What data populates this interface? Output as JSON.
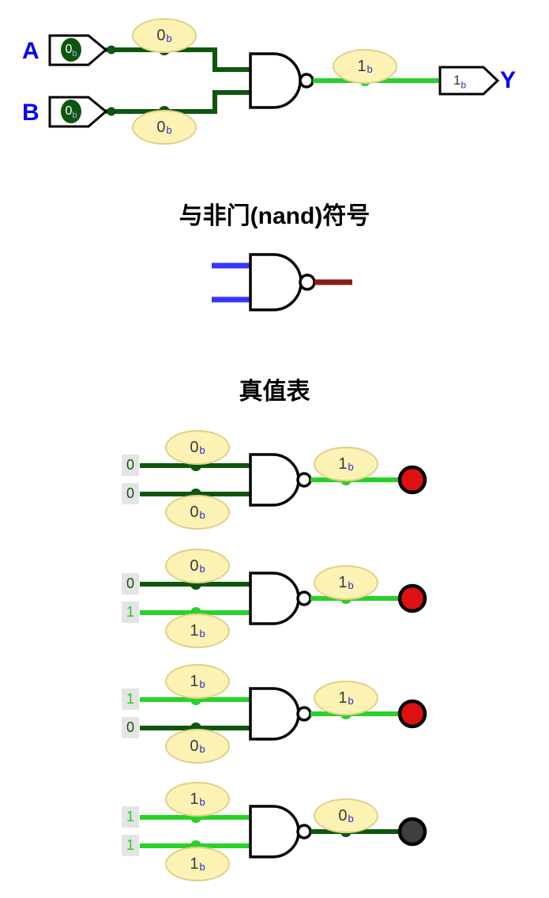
{
  "top_circuit": {
    "input_a": {
      "label": "A",
      "value": "0",
      "suffix": "b"
    },
    "input_b": {
      "label": "B",
      "value": "0",
      "suffix": "b"
    },
    "wire_a_tooltip": {
      "value": "0",
      "suffix": "b"
    },
    "wire_b_tooltip": {
      "value": "0",
      "suffix": "b"
    },
    "output_tooltip": {
      "value": "1",
      "suffix": "b"
    },
    "output_pin": {
      "label": "Y",
      "value": "1",
      "suffix": "b"
    }
  },
  "headings": {
    "symbol": "与非门(nand)符号",
    "truth_table": "真值表"
  },
  "truth_table": {
    "rows": [
      {
        "in1": "0",
        "tip1": "0",
        "in2": "0",
        "tip2": "0",
        "out_tip": "1",
        "suffix": "b",
        "led": "on"
      },
      {
        "in1": "0",
        "tip1": "0",
        "in2": "1",
        "tip2": "1",
        "out_tip": "1",
        "suffix": "b",
        "led": "on"
      },
      {
        "in1": "1",
        "tip1": "1",
        "in2": "0",
        "tip2": "0",
        "out_tip": "1",
        "suffix": "b",
        "led": "on"
      },
      {
        "in1": "1",
        "tip1": "1",
        "in2": "1",
        "tip2": "1",
        "out_tip": "0",
        "suffix": "b",
        "led": "off"
      }
    ]
  },
  "colors": {
    "wire_low": "#0e560e",
    "wire_high": "#28d228",
    "tooltip_fill": "#fcf2b4",
    "tooltip_border": "#e0d088",
    "led_on": "#dd1111",
    "led_off": "#3f3f3f",
    "label_blue": "#0000ee",
    "symbol_input_stub": "#3535ff",
    "symbol_output_stub": "#8c1a1a",
    "input_pin_oval": "#0e560e"
  }
}
